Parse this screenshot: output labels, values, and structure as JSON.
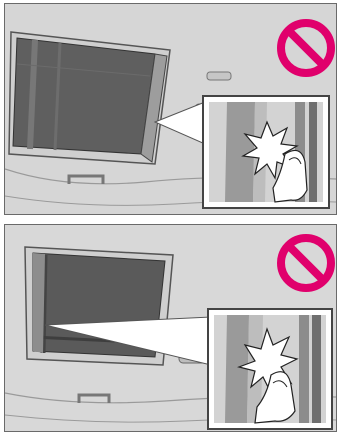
{
  "figure": {
    "panels": [
      {
        "id": "top",
        "scene": "sunroof-open-hand-caught-at-shade-edge",
        "prohibition_icon": "prohibited-icon",
        "inset_icon": "pinch-hazard-icon"
      },
      {
        "id": "bottom",
        "scene": "sunroof-shade-closing-hand-caught",
        "prohibition_icon": "prohibited-icon",
        "inset_icon": "pinch-hazard-icon"
      }
    ],
    "colors": {
      "prohibition_red": "#e0006c",
      "interior_gray": "#d5d5d5",
      "glass_dark": "#5a5a5a",
      "outline": "#555555",
      "burst_white": "#ffffff"
    }
  }
}
